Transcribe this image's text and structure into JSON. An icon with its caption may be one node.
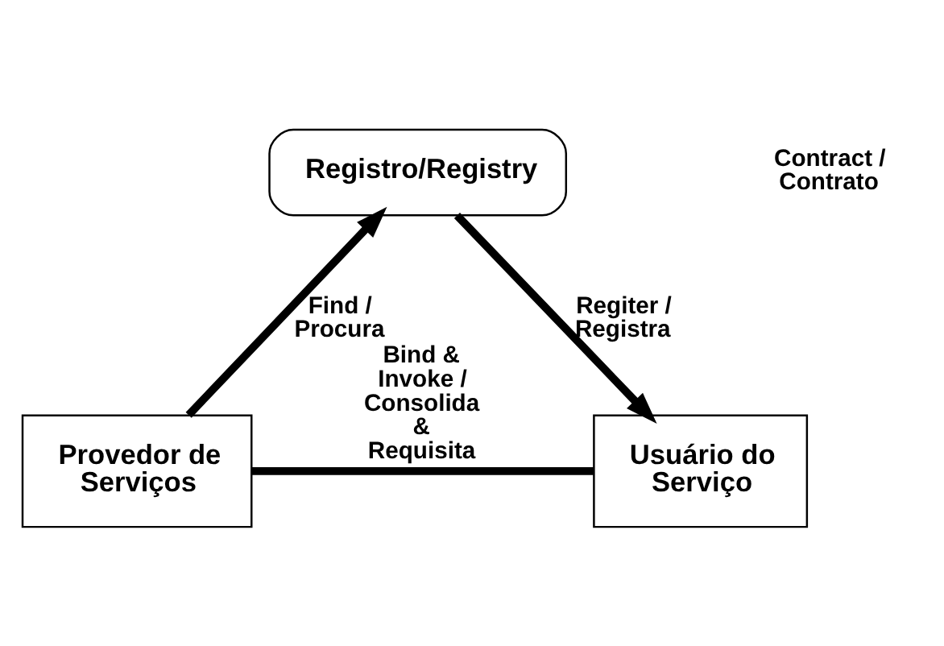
{
  "diagram": {
    "nodes": [
      {
        "text": [
          "Registro/Registry"
        ]
      },
      {
        "text": [
          "Provedor de Serviços"
        ]
      },
      {
        "text": [
          "Usuário do Serviço"
        ]
      }
    ],
    "edges": [
      {
        "from": 1,
        "to": 0,
        "arrow": "to",
        "label": "Find / Procura"
      },
      {
        "from": 0,
        "to": 2,
        "arrow": "to",
        "label": "Regiter / Registra"
      },
      {
        "from": 1,
        "to": 2,
        "arrow": "none",
        "label": "Bind & Invoke / Consolida & Requisita"
      }
    ],
    "labels": [
      "Contract / Contrato"
    ]
  }
}
